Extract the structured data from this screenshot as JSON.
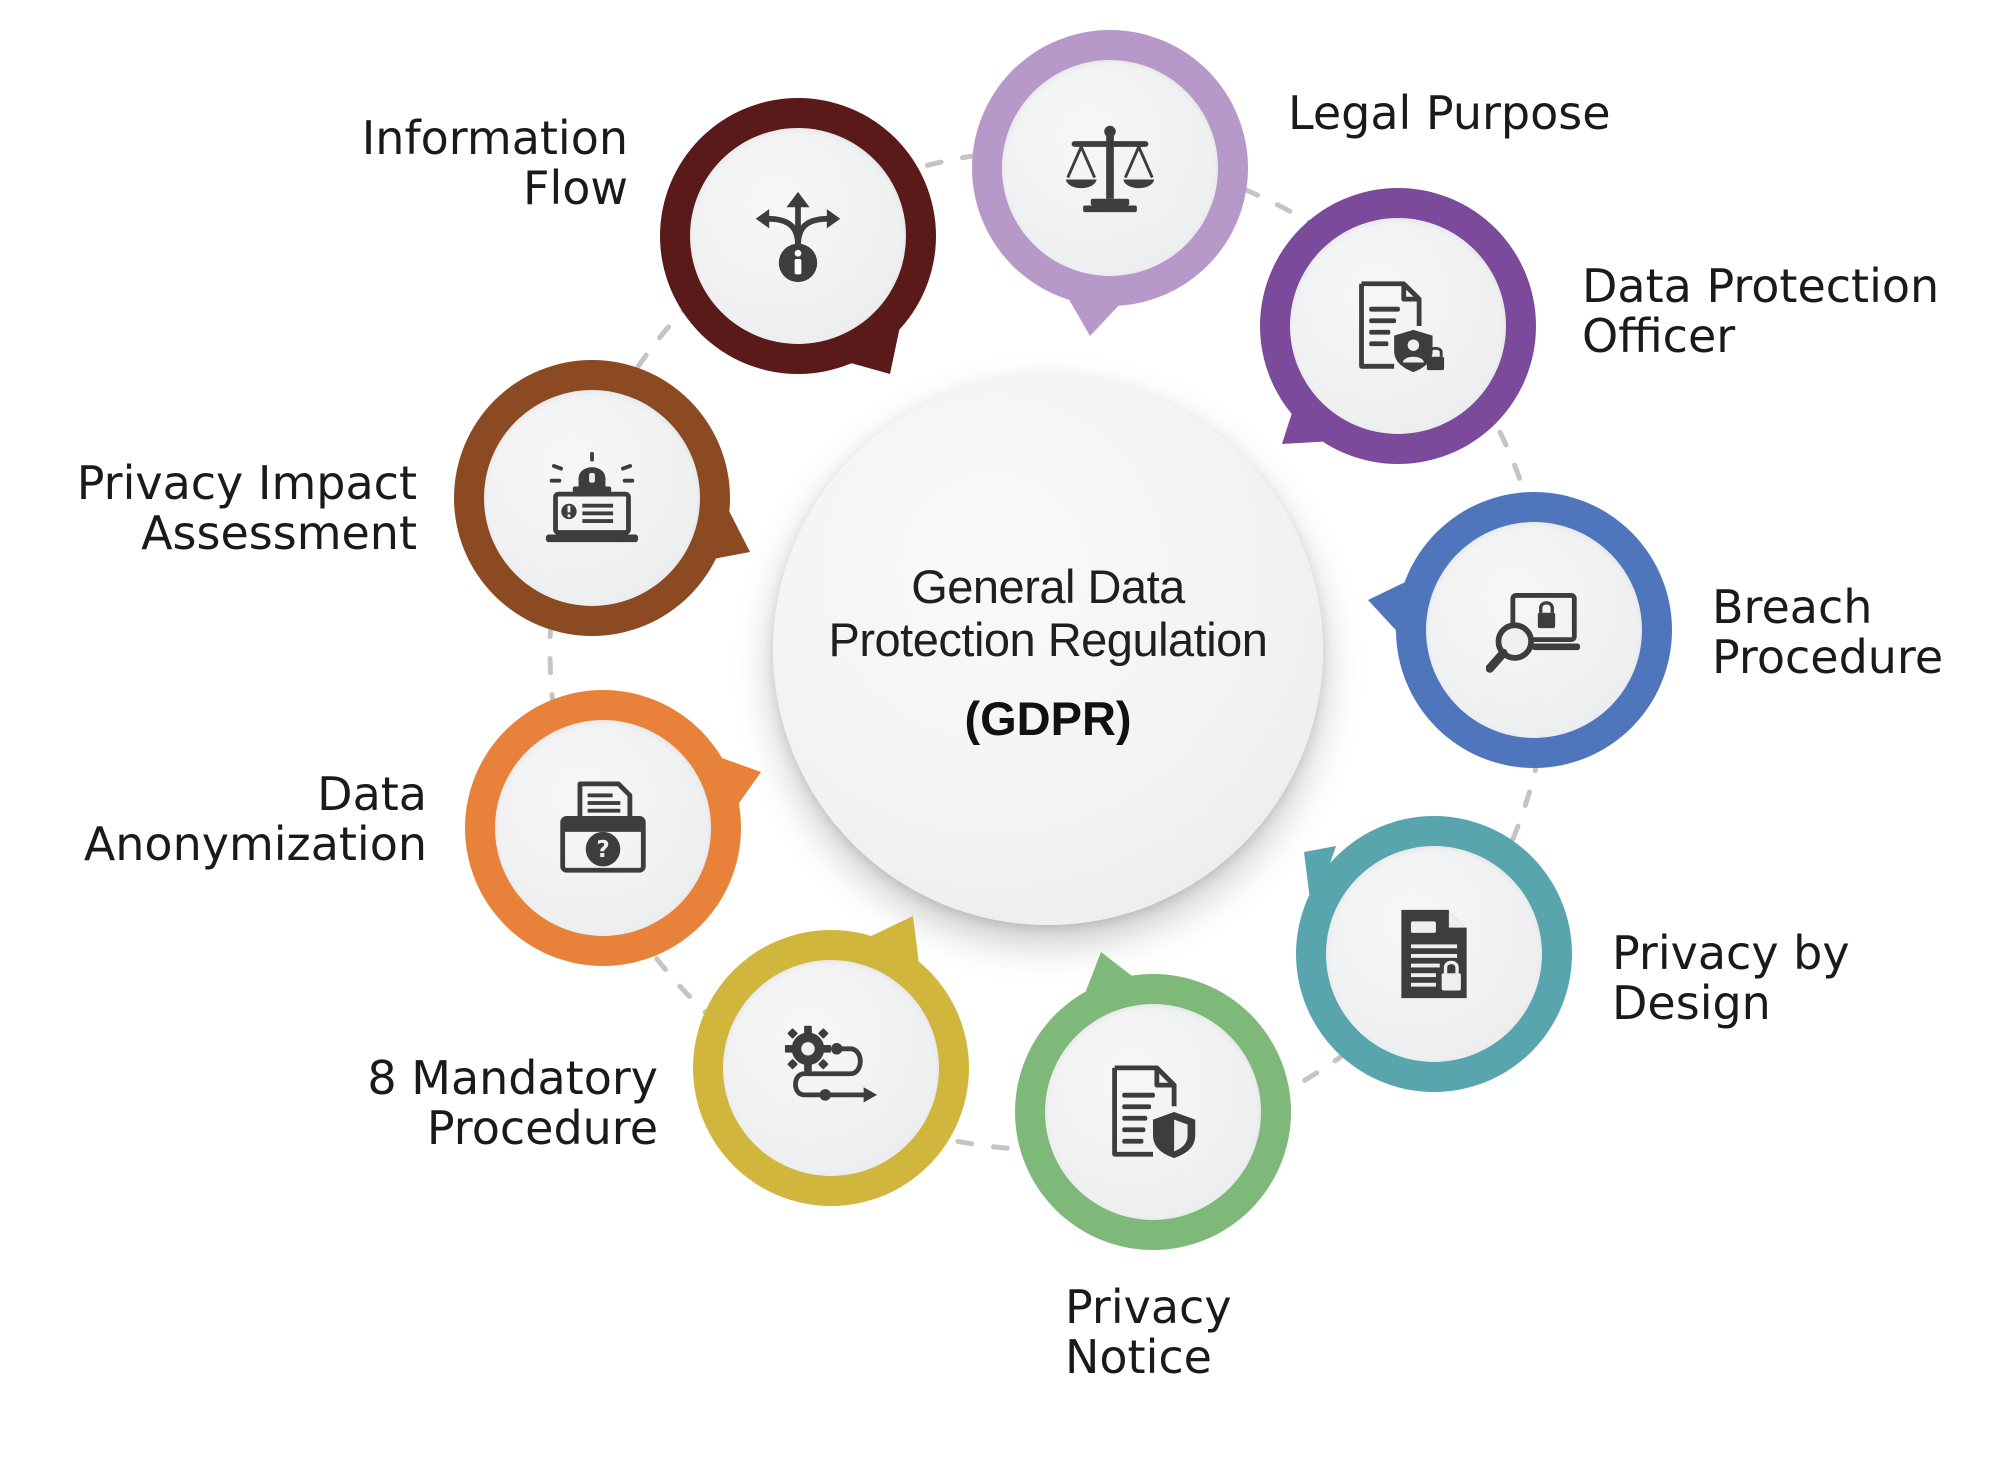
{
  "center": {
    "title_line1": "General Data",
    "title_line2": "Protection Regulation",
    "subtitle": "(GDPR)"
  },
  "nodes": [
    {
      "id": "information-flow",
      "lines": [
        "Information",
        "Flow"
      ],
      "color": "#5a1a1a",
      "icon": "branching-arrows-info-icon"
    },
    {
      "id": "legal-purpose",
      "lines": [
        "Legal Purpose"
      ],
      "color": "#b799c9",
      "icon": "scales-of-justice-icon"
    },
    {
      "id": "data-protection-officer",
      "lines": [
        "Data Protection",
        "Officer"
      ],
      "color": "#7b4a9b",
      "icon": "document-shield-person-icon"
    },
    {
      "id": "breach-procedure",
      "lines": [
        "Breach",
        "Procedure"
      ],
      "color": "#4f76bc",
      "icon": "laptop-magnifier-lock-icon"
    },
    {
      "id": "privacy-by-design",
      "lines": [
        "Privacy by",
        "Design"
      ],
      "color": "#58a5ad",
      "icon": "document-lock-icon"
    },
    {
      "id": "privacy-notice",
      "lines": [
        "Privacy",
        "Notice"
      ],
      "color": "#7fb97a",
      "icon": "document-shield-icon"
    },
    {
      "id": "8-mandatory-procedure",
      "lines": [
        "8 Mandatory",
        "Procedure"
      ],
      "color": "#d1b63e",
      "icon": "gear-workflow-icon"
    },
    {
      "id": "data-anonymization",
      "lines": [
        "Data",
        "Anonymization"
      ],
      "color": "#e8823a",
      "icon": "printer-question-icon"
    },
    {
      "id": "privacy-impact-assessment",
      "lines": [
        "Privacy Impact",
        "Assessment"
      ],
      "color": "#8b4a22",
      "icon": "laptop-alert-icon"
    }
  ],
  "connector_color": "#c4c4c4"
}
